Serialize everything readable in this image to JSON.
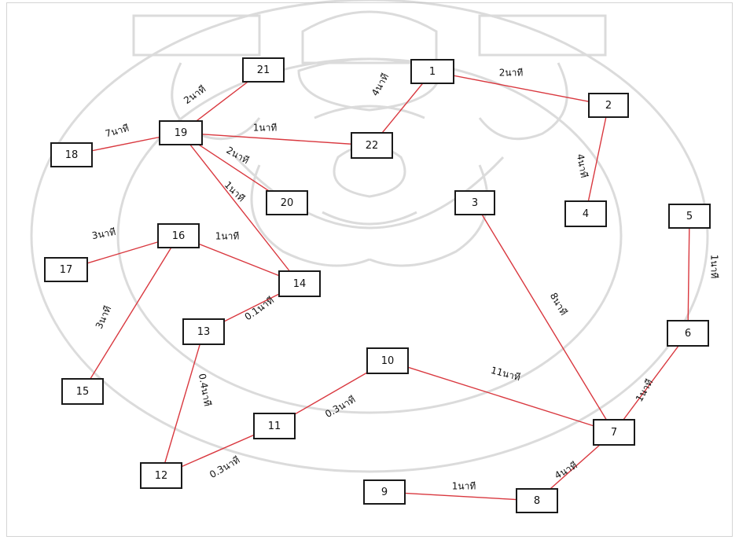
{
  "diagram": {
    "edge_color": "#d9383f",
    "watermark_color": "#bfbfbf",
    "nodes": [
      {
        "id": "1",
        "label": "1"
      },
      {
        "id": "2",
        "label": "2"
      },
      {
        "id": "3",
        "label": "3"
      },
      {
        "id": "4",
        "label": "4"
      },
      {
        "id": "5",
        "label": "5"
      },
      {
        "id": "6",
        "label": "6"
      },
      {
        "id": "7",
        "label": "7"
      },
      {
        "id": "8",
        "label": "8"
      },
      {
        "id": "9",
        "label": "9"
      },
      {
        "id": "10",
        "label": "10"
      },
      {
        "id": "11",
        "label": "11"
      },
      {
        "id": "12",
        "label": "12"
      },
      {
        "id": "13",
        "label": "13"
      },
      {
        "id": "14",
        "label": "14"
      },
      {
        "id": "15",
        "label": "15"
      },
      {
        "id": "16",
        "label": "16"
      },
      {
        "id": "17",
        "label": "17"
      },
      {
        "id": "18",
        "label": "18"
      },
      {
        "id": "19",
        "label": "19"
      },
      {
        "id": "20",
        "label": "20"
      },
      {
        "id": "21",
        "label": "21"
      },
      {
        "id": "22",
        "label": "22"
      }
    ],
    "edges": [
      {
        "from": "19",
        "to": "21",
        "label": "2นาที"
      },
      {
        "from": "18",
        "to": "19",
        "label": "7นาที"
      },
      {
        "from": "19",
        "to": "22",
        "label": "1นาที"
      },
      {
        "from": "19",
        "to": "20",
        "label": "2นาที"
      },
      {
        "from": "19",
        "to": "14",
        "label": "1นาที"
      },
      {
        "from": "22",
        "to": "1",
        "label": "4นาที"
      },
      {
        "from": "1",
        "to": "2",
        "label": "2นาที"
      },
      {
        "from": "2",
        "to": "4",
        "label": "4นาที"
      },
      {
        "from": "17",
        "to": "16",
        "label": "3นาที"
      },
      {
        "from": "16",
        "to": "14",
        "label": "1นาที"
      },
      {
        "from": "16",
        "to": "15",
        "label": "3นาที"
      },
      {
        "from": "14",
        "to": "13",
        "label": "0.1นาที"
      },
      {
        "from": "13",
        "to": "12",
        "label": "0.4นาที"
      },
      {
        "from": "12",
        "to": "11",
        "label": "0.3นาที"
      },
      {
        "from": "11",
        "to": "10",
        "label": "0.3นาที"
      },
      {
        "from": "10",
        "to": "7",
        "label": "11นาที"
      },
      {
        "from": "3",
        "to": "7",
        "label": "8นาที"
      },
      {
        "from": "5",
        "to": "6",
        "label": "1นาที"
      },
      {
        "from": "6",
        "to": "7",
        "label": "1นาที"
      },
      {
        "from": "7",
        "to": "8",
        "label": "4นาที"
      },
      {
        "from": "9",
        "to": "8",
        "label": "1นาที"
      }
    ]
  }
}
